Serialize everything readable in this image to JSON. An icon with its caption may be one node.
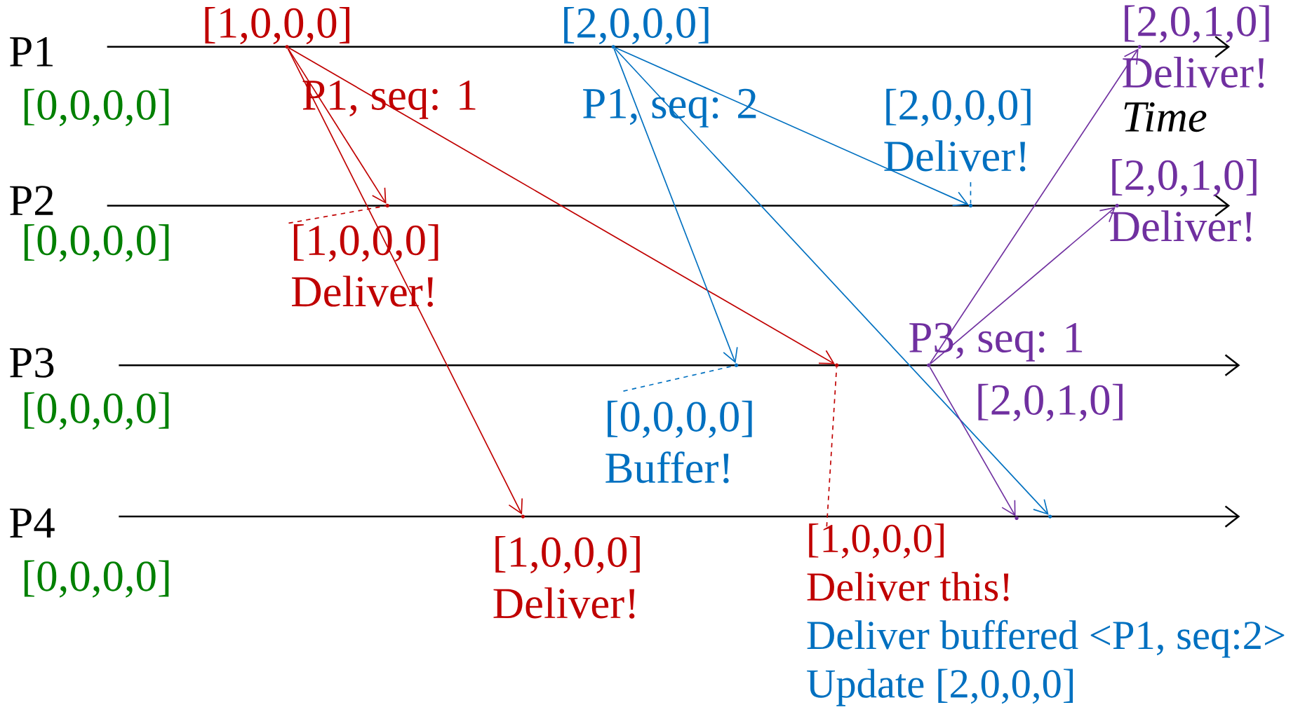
{
  "diagram": {
    "nodes": [
      {
        "text": [
          "[1,0,0,0]"
        ]
      },
      {
        "text": [
          "[2,0,0,0]"
        ]
      },
      {
        "text": [
          "[2,0,1,0]",
          "Deliver!"
        ]
      },
      {
        "text": [
          "[2,0,0,0]",
          "Deliver!"
        ]
      },
      {
        "text": [
          "[2,0,1,0]",
          "Deliver!"
        ]
      },
      {
        "text": [
          "[1,0,0,0]",
          "Deliver!"
        ]
      },
      {
        "text": [
          "[2,0,1,0]"
        ]
      },
      {
        "text": [
          "[0,0,0,0]",
          "Buffer!"
        ]
      },
      {
        "text": [
          "[1,0,0,0]",
          "Deliver!"
        ]
      },
      {
        "text": [
          "[1,0,0,0]",
          "Deliver this!",
          "Deliver buffered <P1, seq:2>",
          "Update [2,0,0,0]"
        ]
      },
      {
        "text": [],
        "shape": "point"
      },
      {
        "text": [],
        "shape": "point"
      },
      {
        "text": [],
        "shape": "point"
      },
      {
        "text": [],
        "shape": "point"
      },
      {
        "text": [],
        "shape": "point"
      },
      {
        "text": [],
        "shape": "point"
      },
      {
        "text": [],
        "shape": "point"
      },
      {
        "text": [],
        "shape": "point"
      },
      {
        "text": [],
        "shape": "point"
      },
      {
        "text": [],
        "shape": "point"
      },
      {
        "text": [],
        "shape": "point"
      },
      {
        "text": [],
        "shape": "point"
      }
    ],
    "edges": [
      {
        "from": 10,
        "to": 13,
        "arrow": "to",
        "color": "#c00000"
      },
      {
        "from": 10,
        "to": 19,
        "arrow": "to",
        "color": "#c00000"
      },
      {
        "from": 10,
        "to": 17,
        "arrow": "to",
        "color": "#c00000"
      },
      {
        "from": 11,
        "to": 16,
        "arrow": "to",
        "color": "#0070c0"
      },
      {
        "from": 11,
        "to": 14,
        "arrow": "to",
        "color": "#0070c0"
      },
      {
        "from": 11,
        "to": 21,
        "arrow": "to",
        "color": "#0070c0"
      },
      {
        "from": 18,
        "to": 12,
        "arrow": "to",
        "color": "#7030a0"
      },
      {
        "from": 18,
        "to": 15,
        "arrow": "to",
        "color": "#7030a0"
      },
      {
        "from": 18,
        "to": 20,
        "arrow": "to",
        "color": "#7030a0"
      },
      {
        "from": 3,
        "to": 14,
        "arrow": "none",
        "style": "dashed",
        "color": "#0070c0"
      },
      {
        "from": 5,
        "to": 13,
        "arrow": "none",
        "style": "dashed",
        "color": "#c00000"
      },
      {
        "from": 7,
        "to": 16,
        "arrow": "none",
        "style": "dashed",
        "color": "#0070c0"
      },
      {
        "from": 9,
        "to": 17,
        "arrow": "none",
        "style": "dashed",
        "color": "#c00000"
      }
    ],
    "labels": [
      "P1",
      "[0,0,0,0]",
      "P1, seq: 1",
      "P1, seq: 2",
      "Time",
      "P2",
      "[0,0,0,0]",
      "P3, seq: 1",
      "P3",
      "[0,0,0,0]",
      "P4",
      "[0,0,0,0]"
    ]
  }
}
